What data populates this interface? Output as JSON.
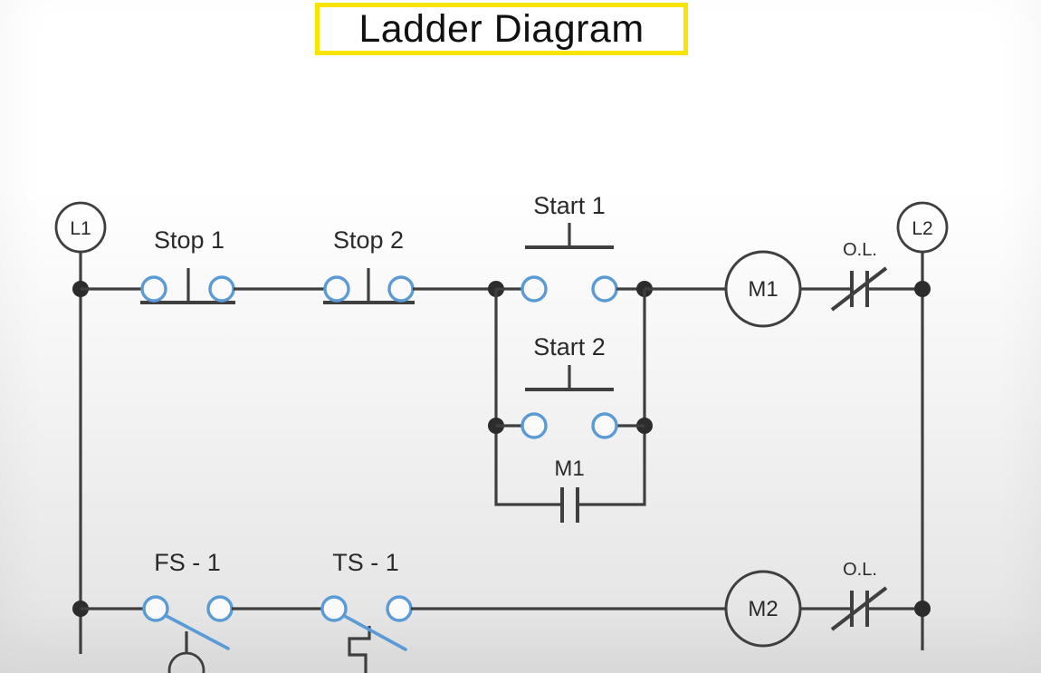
{
  "title": "Ladder Diagram",
  "colors": {
    "line": "#3f3f3f",
    "dot": "#2c2c2c",
    "contact_blue": "#5b9bd5",
    "accent_yellow": "#f8e400",
    "text": "#2a2a2a",
    "title_text": "#111111",
    "box_bg": "#ffffff",
    "bg_top": "#ffffff",
    "bg_bottom": "#e2e2e2"
  },
  "rails": {
    "left_label": "L1",
    "right_label": "L2"
  },
  "rung1": {
    "stop1_label": "Stop 1",
    "stop2_label": "Stop 2",
    "start1_label": "Start 1",
    "start2_label": "Start 2",
    "seal_contact_label": "M1",
    "coil_label": "M1",
    "overload_label": "O.L."
  },
  "rung2": {
    "float_switch_label": "FS - 1",
    "temp_switch_label": "TS - 1",
    "coil_label": "M2",
    "overload_label": "O.L."
  }
}
